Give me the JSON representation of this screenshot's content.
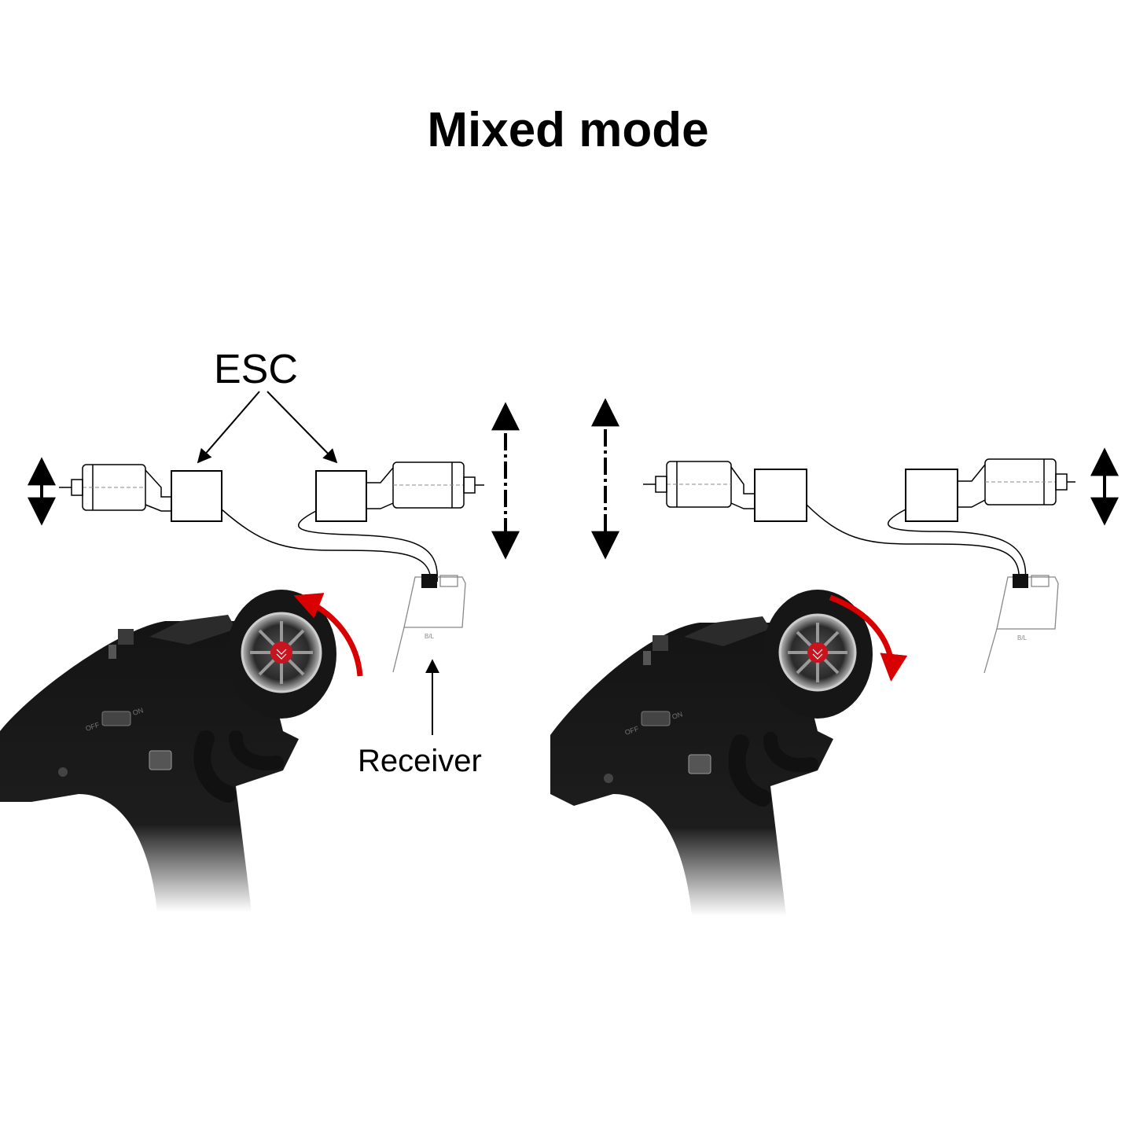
{
  "title": "Mixed mode",
  "labels": {
    "esc": "ESC",
    "receiver": "Receiver"
  },
  "left_panel": {
    "wheel_rotation": "counterclockwise",
    "switch_labels": {
      "off": "OFF",
      "on": "ON"
    }
  },
  "right_panel": {
    "wheel_rotation": "clockwise",
    "switch_labels": {
      "off": "OFF",
      "on": "ON"
    }
  },
  "colors": {
    "line": "#000000",
    "rotation_arrow": "#d80000",
    "transmitter_body": "#1a1a1a",
    "hub": "#c8141e"
  }
}
